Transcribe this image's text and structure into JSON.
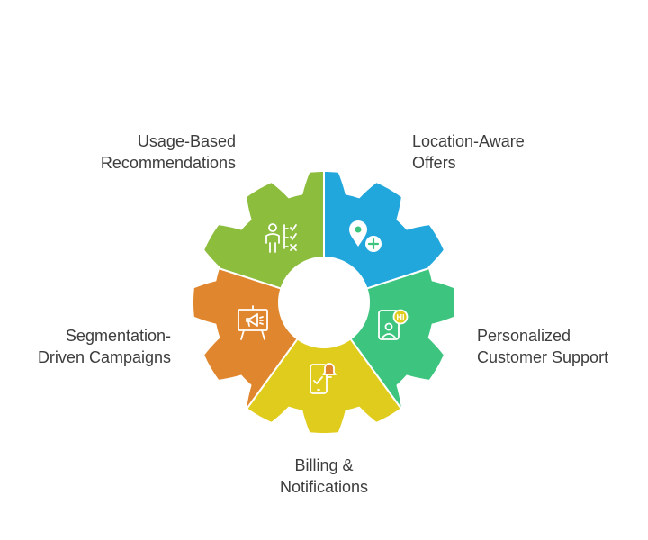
{
  "segments": [
    {
      "id": "usage",
      "lines": [
        "Usage-Based",
        "Recommendations"
      ],
      "color": "#22a7dc",
      "icon": "user-checklist-icon"
    },
    {
      "id": "location",
      "lines": [
        "Location-Aware",
        "Offers"
      ],
      "color": "#3dc47e",
      "icon": "location-plus-icon"
    },
    {
      "id": "support",
      "lines": [
        "Personalized",
        "Customer Support"
      ],
      "color": "#e0cc1c",
      "icon": "support-agent-icon"
    },
    {
      "id": "billing",
      "lines": [
        "Billing &",
        "Notifications"
      ],
      "color": "#e0862e",
      "icon": "phone-bell-icon"
    },
    {
      "id": "segmentation",
      "lines": [
        "Segmentation-",
        "Driven Campaigns"
      ],
      "color": "#8cbd3c",
      "icon": "presentation-megaphone-icon"
    }
  ]
}
